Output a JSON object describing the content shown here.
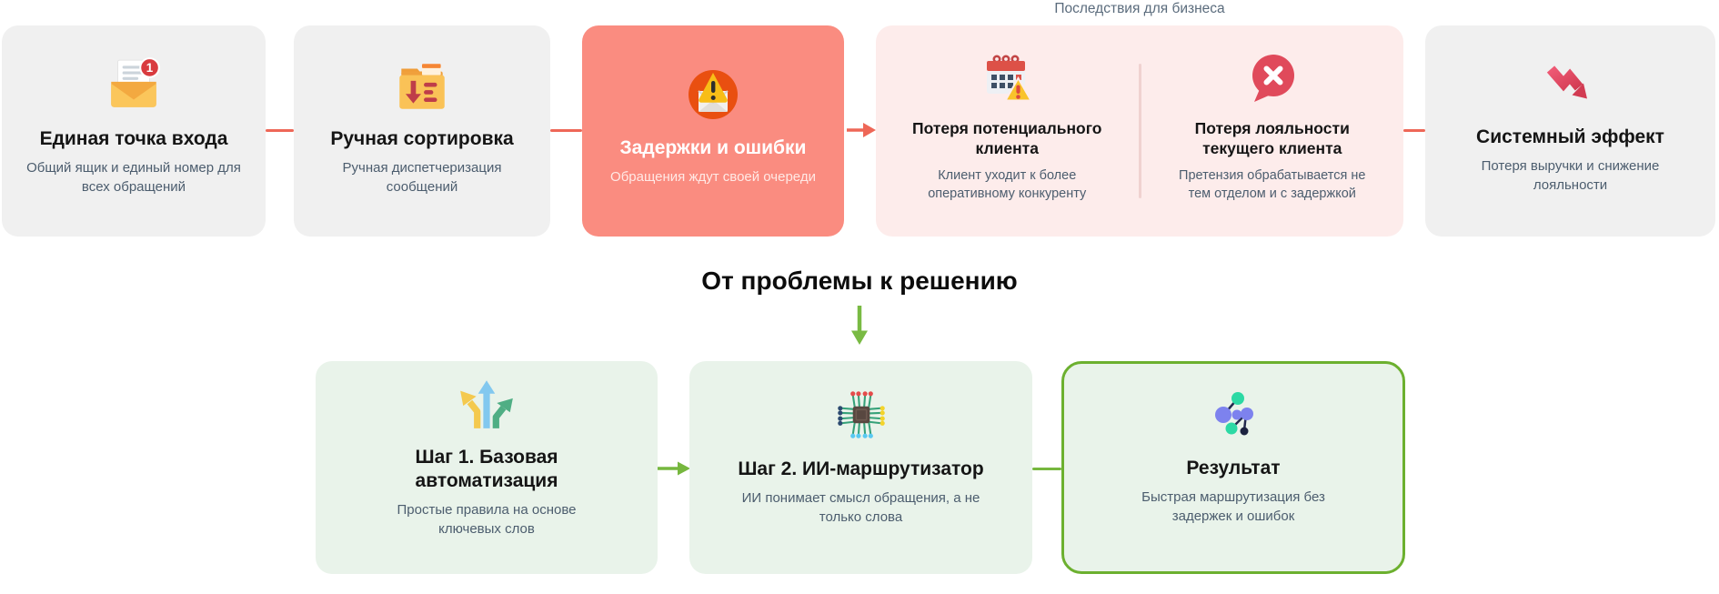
{
  "colors": {
    "neutral_card_bg": "#f0f0f0",
    "problem_card_bg": "#fa8c80",
    "problem_accent": "#ee6757",
    "consequences_bg": "#fdeceb",
    "solution_card_bg": "#e9f3ea",
    "solution_accent": "#76b73e",
    "result_border": "#6cb02f",
    "title_text": "#151515",
    "subtitle_text": "#4c5d6e"
  },
  "problem_flow": {
    "entry_card": {
      "title": "Единая точка входа",
      "subtitle": "Общий ящик и единый номер для\nвсех обращений",
      "badge": "1"
    },
    "sorting_card": {
      "title": "Ручная сортировка",
      "subtitle": "Ручная диспетчеризация\nсообщений"
    },
    "delays_card": {
      "title": "Задержки и ошибки",
      "subtitle": "Обращения ждут своей очереди"
    },
    "consequences": {
      "label": "Последствия для бизнеса",
      "lost_lead_card": {
        "title": "Потеря потенциального\nклиента",
        "subtitle": "Клиент уходит к более\nоперативному конкуренту"
      },
      "lost_loyalty_card": {
        "title": "Потеря лояльности\nтекущего клиента",
        "subtitle": "Претензия обрабатывается не\nтем отделом и с задержкой"
      }
    },
    "system_effect_card": {
      "title": "Системный эффект",
      "subtitle": "Потеря выручки и снижение\nлояльности"
    }
  },
  "transition": {
    "title": "От проблемы к решению"
  },
  "solution_flow": {
    "step1_card": {
      "title": "Шаг 1. Базовая\nавтоматизация",
      "subtitle": "Простые правила на основе\nключевых слов"
    },
    "step2_card": {
      "title": "Шаг 2. ИИ-маршрутизатор",
      "subtitle": "ИИ понимает смысл обращения, а не\nтолько слова"
    },
    "result_card": {
      "title": "Результат",
      "subtitle": "Быстрая маршрутизация без\nзадержек и ошибок"
    }
  }
}
